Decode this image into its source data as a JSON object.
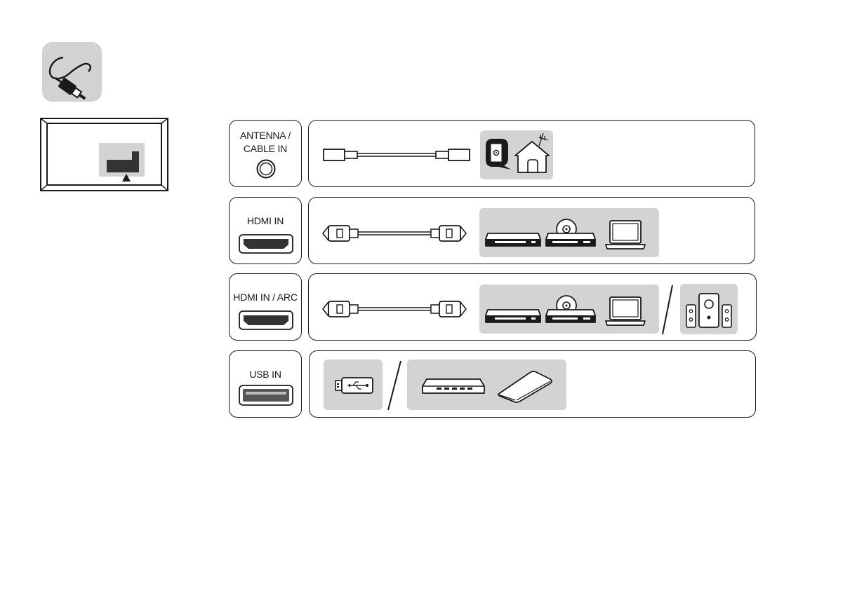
{
  "ports": [
    {
      "label_line1": "ANTENNA /",
      "label_line2": "CABLE IN"
    },
    {
      "label_line1": "HDMI IN"
    },
    {
      "label_line1": "HDMI IN / ARC"
    },
    {
      "label_line1": "USB IN"
    }
  ],
  "icons": {
    "header": "cable-plug-icon",
    "tv": "tv-rear-panel-icon",
    "antenna_port": "coaxial-jack-icon",
    "hdmi_port": "hdmi-port-icon",
    "usb_port": "usb-port-icon",
    "coax_cable": "coaxial-cable-icon",
    "hdmi_cable": "hdmi-cable-icon",
    "wall_outlet": "wall-outlet-icon",
    "house_antenna": "house-antenna-icon",
    "set_top_box": "set-top-box-icon",
    "dvd_player": "dvd-player-icon",
    "laptop": "laptop-icon",
    "speakers": "speaker-system-icon",
    "usb_stick": "usb-stick-icon",
    "usb_hub": "usb-hub-icon",
    "hard_drive": "external-hard-drive-icon"
  },
  "colors": {
    "tile_grey": "#d3d3d3",
    "line": "#1a1a1a",
    "panel_dark": "#333333"
  }
}
